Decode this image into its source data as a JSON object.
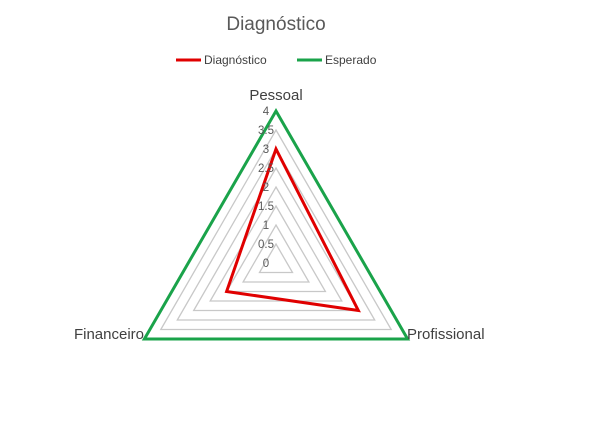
{
  "chart_data": {
    "type": "radar",
    "title": "Diagnóstico",
    "categories": [
      "Pessoal",
      "Profissional",
      "Financeiro"
    ],
    "series": [
      {
        "name": "Diagnóstico",
        "values": [
          3,
          2.5,
          1.5
        ],
        "color": "#e00000"
      },
      {
        "name": "Esperado",
        "values": [
          4,
          4,
          4
        ],
        "color": "#1aa34a"
      }
    ],
    "rmin": 0,
    "rmax": 4,
    "ticks": [
      "0",
      "0.5",
      "1",
      "1.5",
      "2",
      "2.5",
      "3",
      "3.5",
      "4"
    ],
    "gridline_color": "#c8c8c8",
    "legend_position": "top"
  }
}
